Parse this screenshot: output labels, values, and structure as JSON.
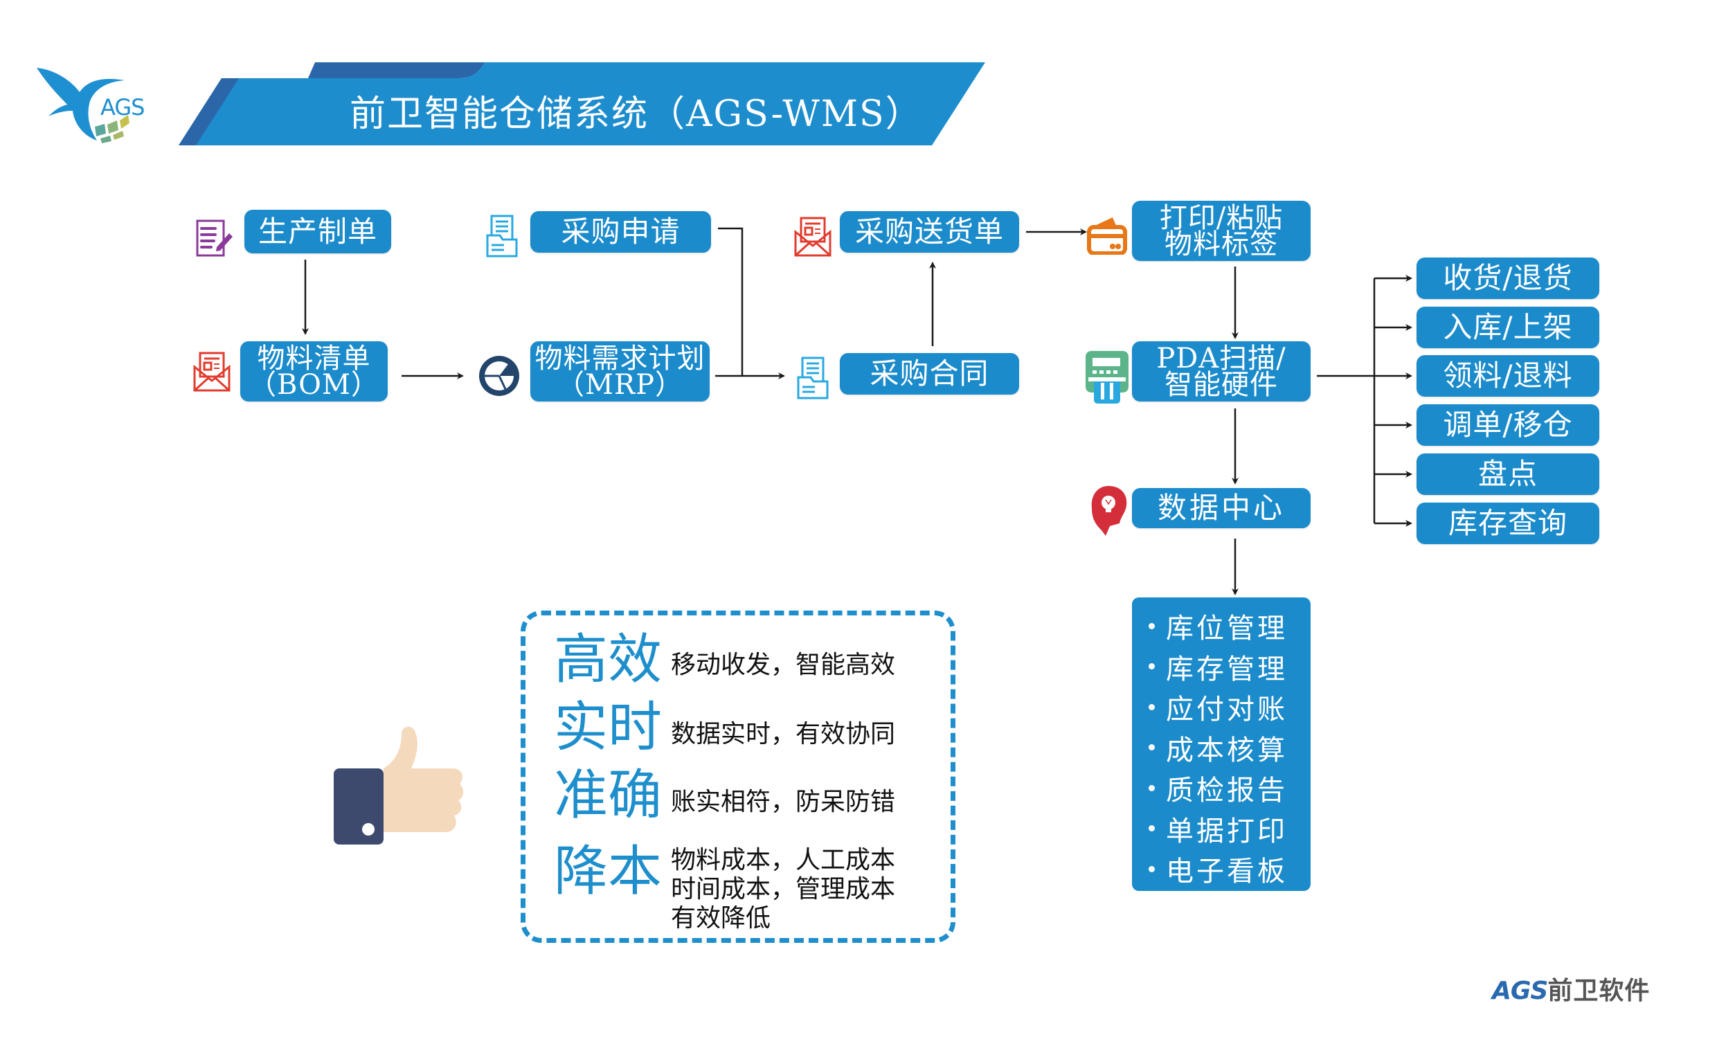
{
  "header": {
    "logo_text": "AGS",
    "title": "前卫智能仓储系统（AGS-WMS）"
  },
  "colors": {
    "box_blue": "#1b8bcb",
    "banner_blue": "#1d8dcd",
    "banner_dark": "#2a66a8",
    "keyword_blue": "#1e8fcc",
    "arrow": "#1a1a1a"
  },
  "flow": {
    "production_order": {
      "label": "生产制单",
      "icon": "document-edit-icon"
    },
    "purchase_request": {
      "label": "采购申请",
      "icon": "document-icon"
    },
    "purchase_delivery": {
      "label": "采购送货单",
      "icon": "envelope-icon"
    },
    "print_label": {
      "label": "打印/粘贴\n物料标签",
      "icon": "card-icon"
    },
    "bom": {
      "label": "物料清单\n（BOM）",
      "icon": "envelope-icon"
    },
    "mrp": {
      "label": "物料需求计划\n（MRP）",
      "icon": "pie-chart-icon"
    },
    "purchase_contract": {
      "label": "采购合同",
      "icon": "document-icon"
    },
    "pda": {
      "label": "PDA扫描/\n智能硬件",
      "icon": "pda-scanner-icon"
    },
    "data_center": {
      "label": "数据中心",
      "icon": "lightbulb-head-icon"
    }
  },
  "operations": [
    {
      "label": "收货/退货"
    },
    {
      "label": "入库/上架"
    },
    {
      "label": "领料/退料"
    },
    {
      "label": "调单/移仓"
    },
    {
      "label": "盘点"
    },
    {
      "label": "库存查询"
    }
  ],
  "data_center_functions": [
    "库位管理",
    "库存管理",
    "应付对账",
    "成本核算",
    "质检报告",
    "单据打印",
    "电子看板"
  ],
  "benefits": [
    {
      "keyword": "高效",
      "description": "移动收发，智能高效"
    },
    {
      "keyword": "实时",
      "description": "数据实时，有效协同"
    },
    {
      "keyword": "准确",
      "description": "账实相符，防呆防错"
    },
    {
      "keyword": "降本",
      "description": "物料成本，人工成本\n时间成本，管理成本\n有效降低"
    }
  ],
  "footer": {
    "brand_latin": "AGS",
    "brand_cn": "前卫软件"
  }
}
